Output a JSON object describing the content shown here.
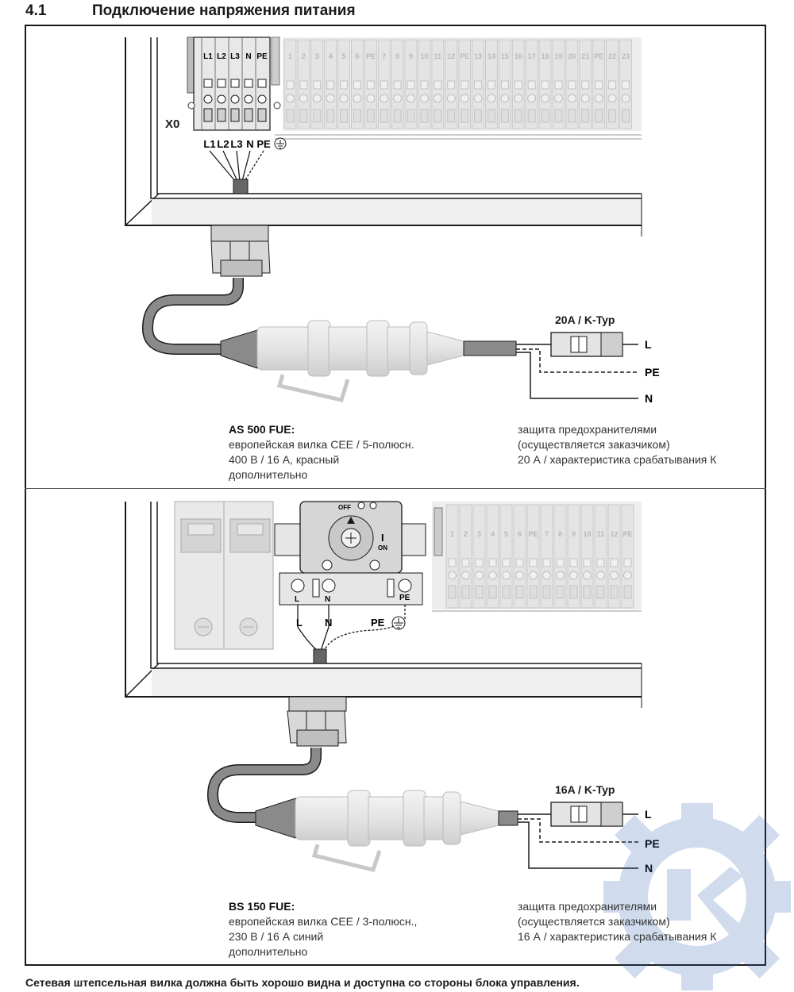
{
  "header": {
    "number": "4.1",
    "title": "Подключение напряжения питания"
  },
  "top": {
    "terminal_label": "X0",
    "power_terminals": [
      "L1",
      "L2",
      "L3",
      "N",
      "PE"
    ],
    "power_wires": [
      "L1",
      "L2",
      "L3",
      "N",
      "PE"
    ],
    "control_terminals": [
      "1",
      "2",
      "3",
      "4",
      "5",
      "6",
      "PE",
      "7",
      "8",
      "9",
      "10",
      "11",
      "12",
      "PE",
      "13",
      "14",
      "15",
      "16",
      "17",
      "18",
      "19",
      "20",
      "21",
      "PE",
      "22",
      "23"
    ],
    "fuse_label": "20A / K-Typ",
    "lines": [
      "L",
      "PE",
      "N"
    ],
    "caption_left": [
      "AS 500 FUE:",
      "европейская вилка CEE / 5-полюсн.",
      "400 В / 16 А, красный",
      "дополнительно"
    ],
    "caption_right": [
      "защита предохранителями",
      "(осуществляется заказчиком)",
      "20 А / характеристика срабатывания К"
    ]
  },
  "bottom": {
    "switch_off": "OFF",
    "switch_on_symbol": "I",
    "switch_on": "ON",
    "switch_terminals": [
      "L",
      "N",
      "PE"
    ],
    "wire_labels": [
      "L",
      "N",
      "PE"
    ],
    "control_terminals": [
      "1",
      "2",
      "3",
      "4",
      "5",
      "6",
      "PE",
      "7",
      "8",
      "9",
      "10",
      "11",
      "12",
      "PE"
    ],
    "fuse_label": "16A / K-Typ",
    "lines": [
      "L",
      "PE",
      "N"
    ],
    "caption_left": [
      "BS 150 FUE:",
      "европейская вилка CEE / 3-полюсн.,",
      "230 В / 16 А синий",
      "дополнительно"
    ],
    "caption_right": [
      "защита предохранителями",
      "(осуществляется заказчиком)",
      "16 А / характеристика срабатывания К"
    ]
  },
  "footer": "Сетевая штепсельная вилка должна быть хорошо видна и доступна со стороны блока управления.",
  "colors": {
    "line": "#1a1a1a",
    "gray_fill": "#dcdcdc",
    "mid_gray": "#8a8a8a",
    "light": "#ececec",
    "watermark": "#2f5fb0"
  }
}
